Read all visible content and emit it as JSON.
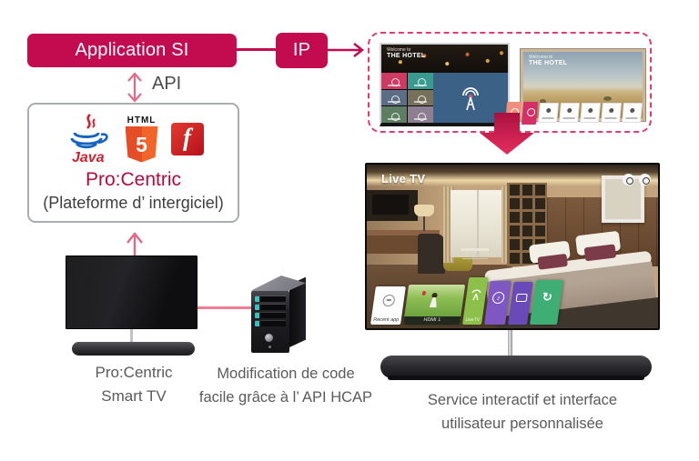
{
  "header": {
    "app_si_label": "Application SI",
    "ip_label": "IP",
    "api_label": "API"
  },
  "middleware": {
    "java_label": "Java",
    "html_label": "HTML",
    "html5_number": "5",
    "flash_label": "f",
    "title": "Pro:Centric",
    "subtitle": "(Plateforme d’ intergiciel)"
  },
  "hotel_preview": {
    "left_screen": {
      "welcome_line1": "Welcome to",
      "welcome_line2": "THE HOTEL"
    },
    "right_screen": {
      "welcome_line1": "Welcome to",
      "welcome_line2": "THE HOTEL"
    }
  },
  "main_tv": {
    "live_tv_label": "Live TV",
    "launcher": {
      "recent_label": "Recent app",
      "hdmi_label": "HDMI 1",
      "livetv_label": "LiveTV"
    }
  },
  "captions": {
    "smart_tv_line1": "Pro:Centric",
    "smart_tv_line2": "Smart TV",
    "hcap_line1": "Modification de code",
    "hcap_line2": "facile grâce à l’ API HCAP",
    "service_line1": "Service interactif et interface",
    "service_line2": "utilisateur personnalisée"
  },
  "colors": {
    "node_crimson": "#c30b50",
    "arrow_pink": "#e06a87",
    "dashed_border": "#e23b70",
    "procentric_red": "#b00c3c",
    "caption_gray": "#5a5a5a"
  }
}
